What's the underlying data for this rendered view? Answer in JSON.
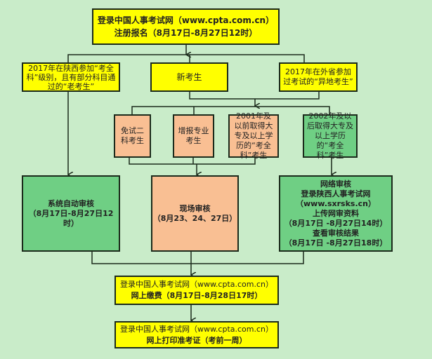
{
  "colors": {
    "background": "#c9ecc9",
    "yellow": "#ffff00",
    "orange": "#f9bf93",
    "green": "#6fcf84"
  },
  "register": {
    "line1": "登录中国人事考试网（www.cpta.com.cn）",
    "line2": "注册报名（8月17日-8月27日12时）"
  },
  "old_candidate": "2017年在陕西参加“考全科”级别，且有部分科目通过的“老考生”",
  "new_candidate": "新考生",
  "other_province": "2017年在外省参加过考试的“异地考生”",
  "exempt_two": "免试二科考生",
  "add_major": "增报专业考生",
  "before_2001": "2001年及以前取得大专及以上学历的“考全科”考生",
  "after_2002": "2002年及以后取得大专及以上学历的“考全科”考生",
  "auto_review": {
    "title": "系统自动审核",
    "time": "（8月17日-8月27日12时）"
  },
  "onsite_review": {
    "title": "现场审核",
    "time": "（8月23、24、27日）"
  },
  "online_review": {
    "l1": "网络审核",
    "l2": "登录陕西人事考试网",
    "l3": "（www.sxrsks.cn）",
    "l4": "上传网审资料",
    "l5": "（8月17日 -8月27日14时）",
    "l6": "查看审核结果",
    "l7": "（8月17日 -8月27日18时）"
  },
  "payment": {
    "line1": "登录中国人事考试网（www.cpta.com.cn）",
    "line2": "网上缴费（8月17日-8月28日17时）"
  },
  "print": {
    "line1": "登录中国人事考试网（www.cpta.com.cn）",
    "line2": "网上打印准考证（考前一周）"
  }
}
